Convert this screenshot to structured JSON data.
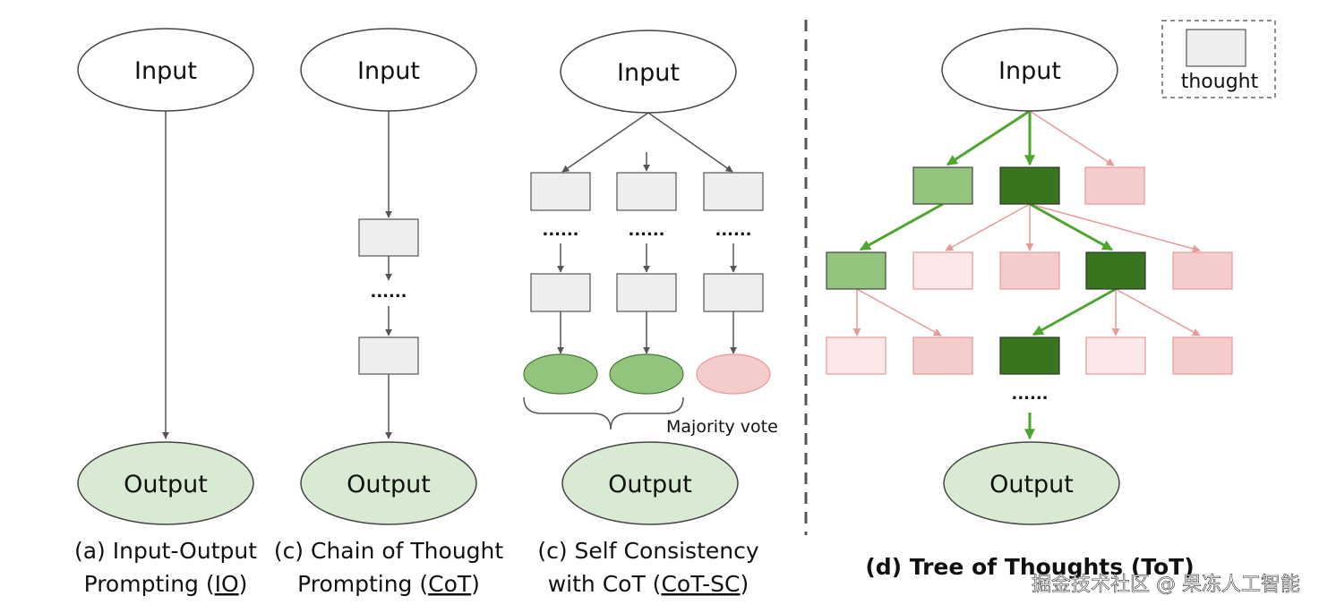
{
  "colors": {
    "node_fill": "#ffffff",
    "output_fill": "#d9ead3",
    "thought_fill": "#eeeeee",
    "good_light": "#93c47d",
    "good_dark": "#38761d",
    "bad_fill": "#f4cccc",
    "bad_light": "#fce8e8",
    "green_edge": "#4da62e",
    "red_edge": "#ea9999",
    "gray_edge": "#555555"
  },
  "labels": {
    "input": "Input",
    "output": "Output",
    "ellipsis": "......",
    "majority_vote": "Majority vote"
  },
  "legend": {
    "thought": "thought"
  },
  "panels": {
    "io": {
      "caption_line1": "(a) Input-Output",
      "caption_line2_prefix": "Prompting (",
      "caption_line2_abbr": "IO",
      "caption_line2_suffix": ")"
    },
    "cot": {
      "caption_line1": "(c) Chain of Thought",
      "caption_line2_prefix": "Prompting (",
      "caption_line2_abbr": "CoT",
      "caption_line2_suffix": ")"
    },
    "cotsc": {
      "caption_line1": "(c) Self Consistency",
      "caption_line2_prefix": "with CoT (",
      "caption_line2_abbr": "CoT-SC",
      "caption_line2_suffix": ")"
    },
    "tot": {
      "caption": "(d) Tree of Thoughts (ToT)"
    }
  },
  "watermark": "掘金技术社区 @ 果冻人工智能"
}
